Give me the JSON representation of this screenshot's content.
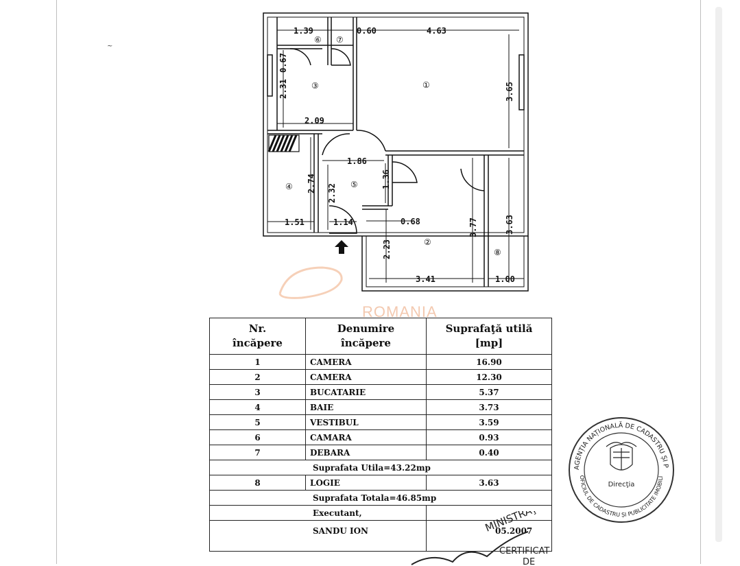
{
  "plan": {
    "dimensions": {
      "d139": "1.39",
      "d060": "0.60",
      "d463": "4.63",
      "d067": "0.67",
      "d231": "2.31",
      "d365": "3.65",
      "d209": "2.09",
      "d186": "1.86",
      "d274": "2.74",
      "d232": "2.32",
      "d136": "1.36",
      "d151": "1.51",
      "d114": "1.14",
      "d068": "0.68",
      "d377": "3.77",
      "d363": "3.63",
      "d223": "2.23",
      "d341": "3.41",
      "d100": "1.00"
    },
    "room_labels": {
      "r1": "①",
      "r2": "②",
      "r3": "③",
      "r4": "④",
      "r5": "⑤",
      "r6": "⑥",
      "r7": "⑦",
      "r8": "⑧"
    },
    "entrance_icon": "up-arrow-icon"
  },
  "watermark": {
    "text": "ROMANIA",
    "color": "#f3c9b0"
  },
  "table": {
    "headers": {
      "nr": "Nr.\nîncăpere",
      "name": "Denumire\nîncăpere",
      "area": "Suprafaţă utilă\n[mp]"
    },
    "rooms": [
      {
        "nr": "1",
        "name": "CAMERA",
        "area": "16.90"
      },
      {
        "nr": "2",
        "name": "CAMERA",
        "area": "12.30"
      },
      {
        "nr": "3",
        "name": "BUCATARIE",
        "area": "5.37"
      },
      {
        "nr": "4",
        "name": "BAIE",
        "area": "3.73"
      },
      {
        "nr": "5",
        "name": "VESTIBUL",
        "area": "3.59"
      },
      {
        "nr": "6",
        "name": "CAMARA",
        "area": "0.93"
      },
      {
        "nr": "7",
        "name": "DEBARA",
        "area": "0.40"
      }
    ],
    "useful_total": "Suprafata Utila=43.22mp",
    "extra_room": {
      "nr": "8",
      "name": "LOGIE",
      "area": "3.63"
    },
    "grand_total": "Suprafata Totala=46.85mp",
    "executant_label": "Executant,",
    "executant_name": "SANDU ION",
    "date_text": "05.2007"
  },
  "stamp": {
    "ring_text": "AGENȚIA NAȚIONALĂ DE CADASTRU ȘI PUBLICITATE IMOBILIARĂ",
    "center_text": "Direcţia",
    "lower_ring_text": "OFICIUL DE CADASTRU ȘI PUBLICITATE IMOBILIARĂ",
    "overlay_texts": {
      "ministry": "MINISTRAŢIEI P",
      "certificate": "CERTIFICAT",
      "de": "DE"
    }
  }
}
